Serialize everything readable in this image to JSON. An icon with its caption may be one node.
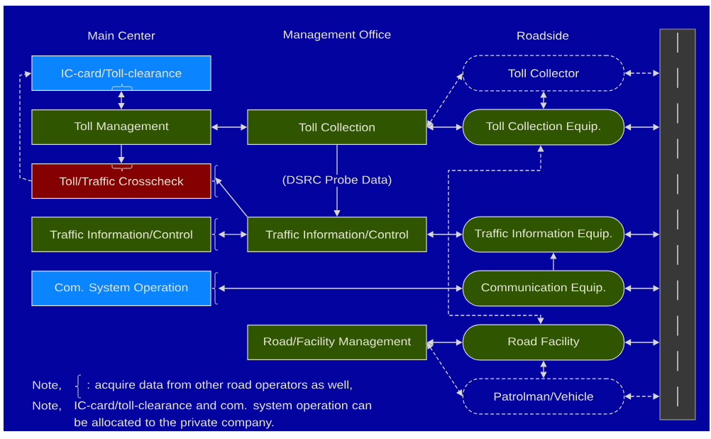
{
  "diagram": {
    "nodes": [
      {
        "text": [
          "IC-card/Toll-clearance"
        ]
      },
      {
        "text": [
          "Toll Management"
        ]
      },
      {
        "text": [
          "Toll/Traffic Crosscheck"
        ]
      },
      {
        "text": [
          "Traffic Information/Control"
        ]
      },
      {
        "text": [
          "Com. System Operation"
        ]
      },
      {
        "text": [
          "Toll Collection"
        ]
      },
      {
        "text": [
          "Traffic Information/Control"
        ]
      },
      {
        "text": [
          "Road/Facility Management"
        ]
      },
      {
        "text": [
          "Toll Collector"
        ]
      },
      {
        "text": [
          "Toll Collection Equip."
        ]
      },
      {
        "text": [
          "Traffic Information Equip."
        ]
      },
      {
        "text": [
          "Communication Equip."
        ]
      },
      {
        "text": [
          "Road Facility"
        ]
      },
      {
        "text": [
          "Patrolman/Vehicle"
        ]
      },
      {
        "text": [],
        "shape": "road"
      }
    ],
    "edges": [
      {
        "from": 0,
        "to": 1,
        "arrow": "both"
      },
      {
        "from": 1,
        "to": 2,
        "arrow": "to"
      },
      {
        "from": 2,
        "to": 0,
        "arrow": "to",
        "style": "dashed"
      },
      {
        "from": 1,
        "to": 5,
        "arrow": "both"
      },
      {
        "from": 5,
        "to": 6,
        "arrow": "to",
        "label": "(DSRC Probe Data)"
      },
      {
        "from": 6,
        "to": 2,
        "arrow": "to"
      },
      {
        "from": 3,
        "to": 6,
        "arrow": "both"
      },
      {
        "from": 4,
        "to": 11,
        "arrow": "both"
      },
      {
        "from": 5,
        "to": 9,
        "arrow": "both"
      },
      {
        "from": 5,
        "to": 8,
        "arrow": "both",
        "style": "dashed"
      },
      {
        "from": 8,
        "to": 9,
        "arrow": "both"
      },
      {
        "from": 6,
        "to": 10,
        "arrow": "both"
      },
      {
        "from": 11,
        "to": 10,
        "arrow": "to"
      },
      {
        "from": 12,
        "to": 9,
        "arrow": "both",
        "style": "dashed"
      },
      {
        "from": 7,
        "to": 12,
        "arrow": "both"
      },
      {
        "from": 7,
        "to": 13,
        "arrow": "both",
        "style": "dashed"
      },
      {
        "from": 12,
        "to": 13,
        "arrow": "both"
      },
      {
        "from": 8,
        "to": 14,
        "arrow": "both",
        "style": "dashed"
      },
      {
        "from": 9,
        "to": 14,
        "arrow": "both"
      },
      {
        "from": 10,
        "to": 14,
        "arrow": "both"
      },
      {
        "from": 11,
        "to": 14,
        "arrow": "both"
      },
      {
        "from": 12,
        "to": 14,
        "arrow": "both"
      },
      {
        "from": 13,
        "to": 14,
        "arrow": "both",
        "style": "dashed"
      }
    ],
    "labels": [
      "Main Center",
      "Management Office",
      "Roadside",
      "Note,",
      ": acquire data from other road operators as well,",
      "Note,",
      "IC-card/toll-clearance and com. system operation can be allocated to the private company."
    ]
  }
}
